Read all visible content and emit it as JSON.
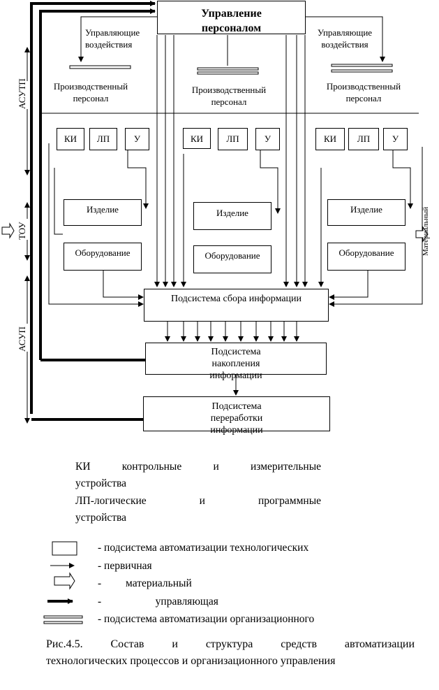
{
  "diagram": {
    "top_box": "Управление персоналом",
    "control_actions_left": "Управляющие воздействия",
    "control_actions_right": "Управляющие воздействия",
    "sections": [
      {
        "personnel": "Производственный персонал",
        "ki": "КИ",
        "lp": "ЛП",
        "u": "У",
        "product": "Изделие",
        "equipment": "Оборудование"
      },
      {
        "personnel": "Производственный персонал",
        "ki": "КИ",
        "lp": "ЛП",
        "u": "У",
        "product": "Изделие",
        "equipment": "Оборудование"
      },
      {
        "personnel": "Производственный персонал",
        "ki": "КИ",
        "lp": "ЛП",
        "u": "У",
        "product": "Изделие",
        "equipment": "Оборудование"
      }
    ],
    "collect_box": "Подсистема сбора информации",
    "accumulate_box": "Подсистема накопления информации",
    "process_box": "Подсистема переработки информации",
    "side_labels": {
      "asutp": "АСУТП",
      "tou": "ТОУ",
      "asup": "АСУП",
      "materials": "Материальный"
    }
  },
  "abbreviations": [
    {
      "line1": "КИ контрольные и измерительные",
      "line2": "устройства"
    },
    {
      "line1": "ЛП-логические и программные",
      "line2": "устройства"
    }
  ],
  "legend": [
    {
      "icon": "rectangle-icon",
      "text": "- подсистема автоматизации технологических"
    },
    {
      "icon": "thin-arrow-icon",
      "text": "- первичная"
    },
    {
      "icon": "hollow-arrow-icon",
      "text": "-         материальный"
    },
    {
      "icon": "thick-arrow-icon",
      "text": "-                    управляющая"
    },
    {
      "icon": "double-line-icon",
      "text": "- подсистема автоматизации организационного"
    }
  ],
  "caption": {
    "line1": "Рис.4.5. Состав и структура средств автоматизации",
    "line2": "технологических процессов и организационного управления"
  }
}
